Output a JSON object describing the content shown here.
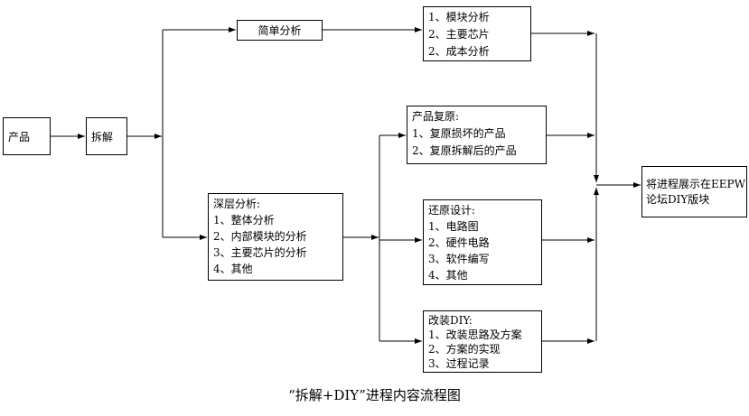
{
  "title": "“拆解+DIY”进程内容流程图",
  "colors": {
    "line": "#000000",
    "box_border": "#000000",
    "background": "#ffffff"
  },
  "boxes": {
    "product": {
      "label": "产品"
    },
    "teardown": {
      "label": "拆解"
    },
    "simple_analysis": {
      "label": "简单分析"
    },
    "module": {
      "lines": [
        "1、模块分析",
        "2、主要芯片",
        "2、成本分析"
      ]
    },
    "restore": {
      "lines": [
        "产品复原:",
        "1、复原损坏的产品",
        "2、复原拆解后的产品"
      ]
    },
    "deep_analysis": {
      "lines": [
        "深层分析:",
        "1、整体分析",
        "2、内部模块的分析",
        "3、主要芯片的分析",
        "4、其他"
      ]
    },
    "design": {
      "lines": [
        "还原设计:",
        "1、电路图",
        "2、硬件电路",
        "3、软件编写",
        "4、其他"
      ]
    },
    "diy": {
      "lines": [
        "改装DIY:",
        "1、改装思路及方案",
        "2、方案的实现",
        "3、过程记录"
      ]
    },
    "eepw": {
      "lines": [
        "将进程展示在EEPW",
        "论坛DIY版块"
      ]
    }
  }
}
